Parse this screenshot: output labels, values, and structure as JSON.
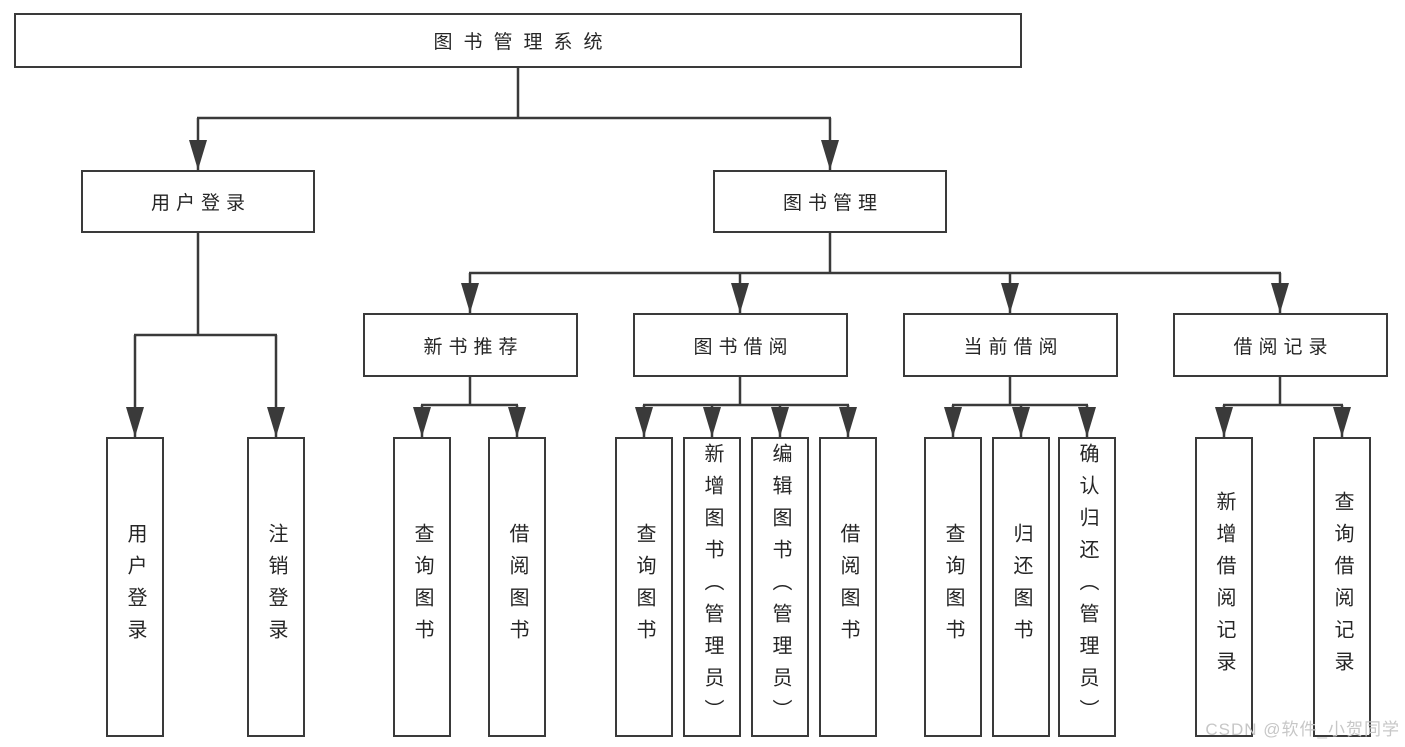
{
  "diagram": {
    "root": {
      "label": "图书管理系统"
    },
    "level2": [
      {
        "label": "用户登录"
      },
      {
        "label": "图书管理"
      }
    ],
    "level3": [
      {
        "label": "新书推荐"
      },
      {
        "label": "图书借阅"
      },
      {
        "label": "当前借阅"
      },
      {
        "label": "借阅记录"
      }
    ],
    "leaves": [
      "用户登录",
      "注销登录",
      "查询图书",
      "借阅图书",
      "查询图书",
      "新增图书（管理员）",
      "编辑图书（管理员）",
      "借阅图书",
      "查询图书",
      "归还图书",
      "确认归还（管理员）",
      "新增借阅记录",
      "查询借阅记录"
    ],
    "colors": {
      "line": "#3a3a3a",
      "text": "#262626",
      "background": "#ffffff",
      "watermark_text_color": "#c7c7c7"
    }
  },
  "watermark": {
    "text": "CSDN @软件_小贺同学"
  }
}
